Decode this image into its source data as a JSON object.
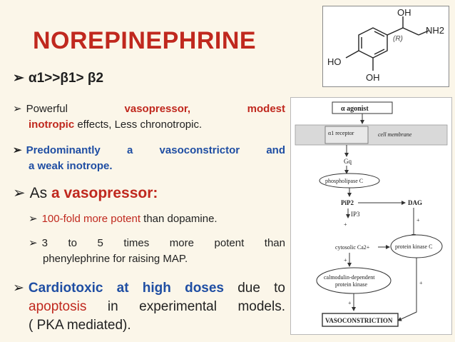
{
  "slide": {
    "title": "NORepinephrine",
    "title_display": "NOREPINEPHRINE",
    "ratio": "α1>>β1> β2",
    "p1": {
      "a": "Powerful",
      "b": "vasopressor,",
      "c": "modest",
      "d": "inotropic",
      "e": " effects, Less chronotropic."
    },
    "p2": {
      "line1": "Predominantly a vasoconstrictor and",
      "line2": "a weak inotrope."
    },
    "vaso": {
      "prefix": "As ",
      "label": "a vasopressor:"
    },
    "sub1": {
      "a": "100-fold more potent",
      "b": " than dopamine."
    },
    "sub2": {
      "line1": "3 to 5 times more potent than",
      "line2": "phenylephrine for raising MAP."
    },
    "p3": {
      "a": "Cardiotoxic at high doses",
      "b": " due to",
      "c": "apoptosis",
      "d": " in experimental models.",
      "e": "( PKA mediated)."
    }
  },
  "chemical": {
    "oh_top": "OH",
    "nh2": "NH2",
    "stereo": "(R)",
    "ho_left": "HO",
    "oh_bottom": "OH"
  },
  "diagram": {
    "agonist": "α agonist",
    "receptor": "α1 receptor",
    "membrane": "cell membrane",
    "gq": "Gq",
    "plc": "phospholipase C",
    "pip2": "PiP2",
    "dag": "DAG",
    "ip3": "IP3",
    "calcium": "cytosolic Ca2+",
    "pkc": "protein kinase C",
    "calmodulin1": "calmodulin-dependent",
    "calmodulin2": "protein kinase",
    "result": "VASOCONSTRICTION",
    "plus": "+"
  },
  "colors": {
    "title": "#c0281e",
    "accent_blue": "#1f4ea3",
    "background": "#fbf6e9"
  }
}
